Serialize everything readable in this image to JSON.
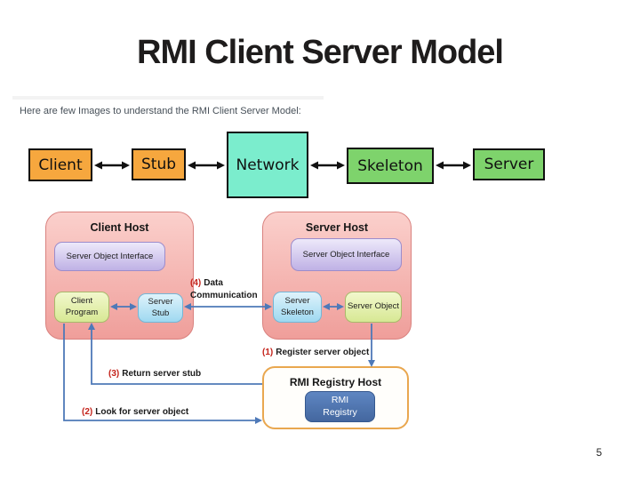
{
  "slide": {
    "title": "RMI Client Server Model",
    "intro": "Here are few Images to understand the RMI Client Server Model:",
    "page_number": "5"
  },
  "flow_diagram": {
    "nodes": [
      {
        "label": "Client",
        "color": "#F6A73E"
      },
      {
        "label": "Stub",
        "color": "#F6A73E"
      },
      {
        "label": "Network",
        "color": "#7BEDCD"
      },
      {
        "label": "Skeleton",
        "color": "#7ED36C"
      },
      {
        "label": "Server",
        "color": "#7ED36C"
      }
    ]
  },
  "host_diagram": {
    "client_host": {
      "title": "Client Host",
      "interface_label": "Server Object Interface",
      "program_label": "Client Program",
      "stub_label": "Server Stub"
    },
    "server_host": {
      "title": "Server Host",
      "interface_label": "Server Object Interface",
      "skeleton_label": "Server Skeleton",
      "object_label": "Server Object"
    },
    "registry_host": {
      "title": "RMI Registry Host",
      "registry_label": "RMI Registry"
    },
    "steps": {
      "step1": {
        "num": "(1)",
        "text": "Register server object"
      },
      "step2": {
        "num": "(2)",
        "text": "Look for server object"
      },
      "step3": {
        "num": "(3)",
        "text": "Return server stub"
      },
      "step4": {
        "num": "(4)",
        "text": "Data Communication"
      }
    }
  },
  "colors": {
    "title_text": "#1e1c1c",
    "intro_text": "#475059",
    "flow_orange": "#F6A73E",
    "flow_teal": "#7BEDCD",
    "flow_green": "#7ED36C",
    "host_pink": "#F5B7B3",
    "host_border": "#D9827F",
    "interface_lavender": "#CFC4EB",
    "program_green": "#E4F0AE",
    "stub_blue": "#BEE6F6",
    "registry_border_orange": "#E9A74F",
    "registry_blue": "#4F76B0",
    "step_number_red": "#C4231B",
    "connector_blue": "#4E79B8",
    "flow_arrow_black": "#111111"
  }
}
